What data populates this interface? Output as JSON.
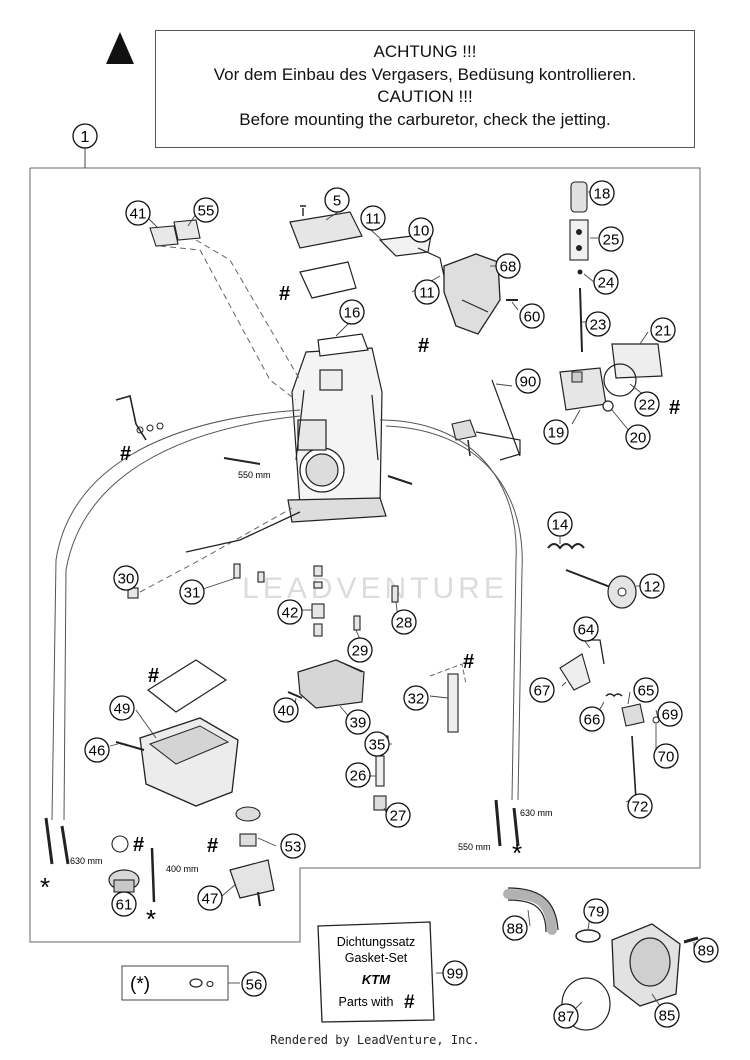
{
  "caution": {
    "line1": "ACHTUNG !!!",
    "line2": "Vor dem Einbau des Vergasers, Bedüsung kontrollieren.",
    "line3": "CAUTION !!!",
    "line4": "Before mounting the carburetor, check the jetting."
  },
  "assembly_label": "1",
  "part_numbers": [
    "5",
    "10",
    "11",
    "11",
    "12",
    "14",
    "16",
    "18",
    "19",
    "20",
    "21",
    "22",
    "23",
    "24",
    "25",
    "26",
    "27",
    "28",
    "29",
    "30",
    "31",
    "32",
    "35",
    "39",
    "40",
    "41",
    "42",
    "46",
    "47",
    "49",
    "53",
    "55",
    "56",
    "60",
    "61",
    "64",
    "65",
    "66",
    "67",
    "68",
    "69",
    "70",
    "72",
    "79",
    "85",
    "87",
    "88",
    "89",
    "90",
    "99"
  ],
  "hash": "#",
  "asterisk": "*",
  "dimensions": {
    "d550_top": "550 mm",
    "d630_left": "630 mm",
    "d400": "400 mm",
    "d630_right": "630 mm",
    "d550_right": "550 mm"
  },
  "watermark": "LEADVENTURE",
  "gasket_set": {
    "line1": "Dichtungssatz",
    "line2": "Gasket-Set",
    "brand": "KTM",
    "line3": "Parts with"
  },
  "legend_star": "(*)",
  "footer": "Rendered by LeadVenture, Inc.",
  "colors": {
    "ink": "#111111",
    "line": "#444444",
    "watermark": "#dcdcdc"
  }
}
